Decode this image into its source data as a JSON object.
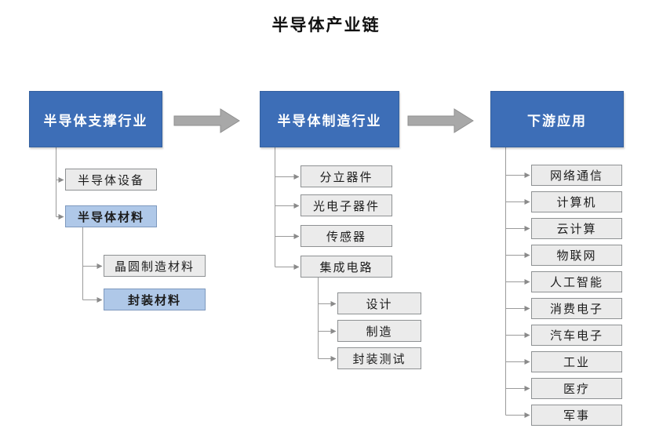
{
  "title": "半导体产业链",
  "columns": {
    "supporting": {
      "header": "半导体支撑行业",
      "items": [
        "半导体设备",
        "半导体材料"
      ],
      "subitems": [
        "晶圆制造材料",
        "封装材料"
      ]
    },
    "manufacturing": {
      "header": "半导体制造行业",
      "items": [
        "分立器件",
        "光电子器件",
        "传感器",
        "集成电路"
      ],
      "subitems": [
        "设计",
        "制造",
        "封装测试"
      ]
    },
    "downstream": {
      "header": "下游应用",
      "items": [
        "网络通信",
        "计算机",
        "云计算",
        "物联网",
        "人工智能",
        "消费电子",
        "汽车电子",
        "工业",
        "医疗",
        "军事"
      ]
    }
  },
  "colors": {
    "header_blue": "#3D6EB7",
    "highlight_blue": "#AFC8E8",
    "box_gray": "#EBEBEB",
    "box_border_gray": "#8E9193",
    "connector_gray": "#9B9B9B",
    "flow_arrow_gray": "#A8A8A8"
  }
}
